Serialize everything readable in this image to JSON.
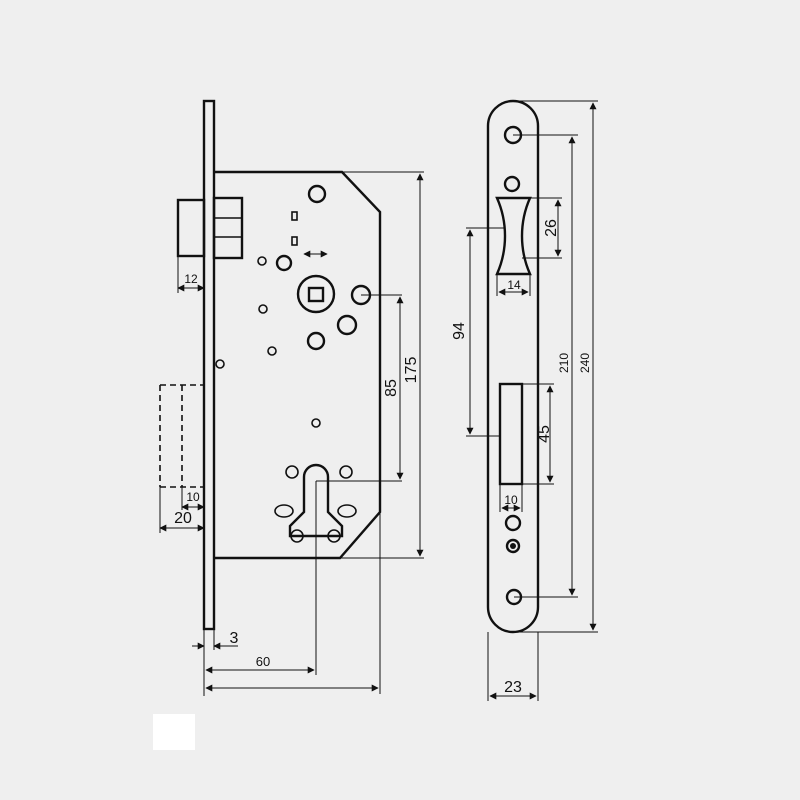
{
  "drawing": {
    "lock_body": {
      "dimensions": {
        "bolt_width": "12",
        "latch_throw": "10",
        "latch_total": "20",
        "center_distance": "85",
        "body_height": "175",
        "faceplate_thickness": "3",
        "backset": "60"
      }
    },
    "strike_plate": {
      "dimensions": {
        "upper_opening_height": "26",
        "upper_opening_width": "14",
        "opening_spacing": "94",
        "lower_opening_height": "45",
        "lower_opening_width": "10",
        "hole_spacing": "210",
        "total_height": "240",
        "plate_width": "23"
      }
    }
  }
}
